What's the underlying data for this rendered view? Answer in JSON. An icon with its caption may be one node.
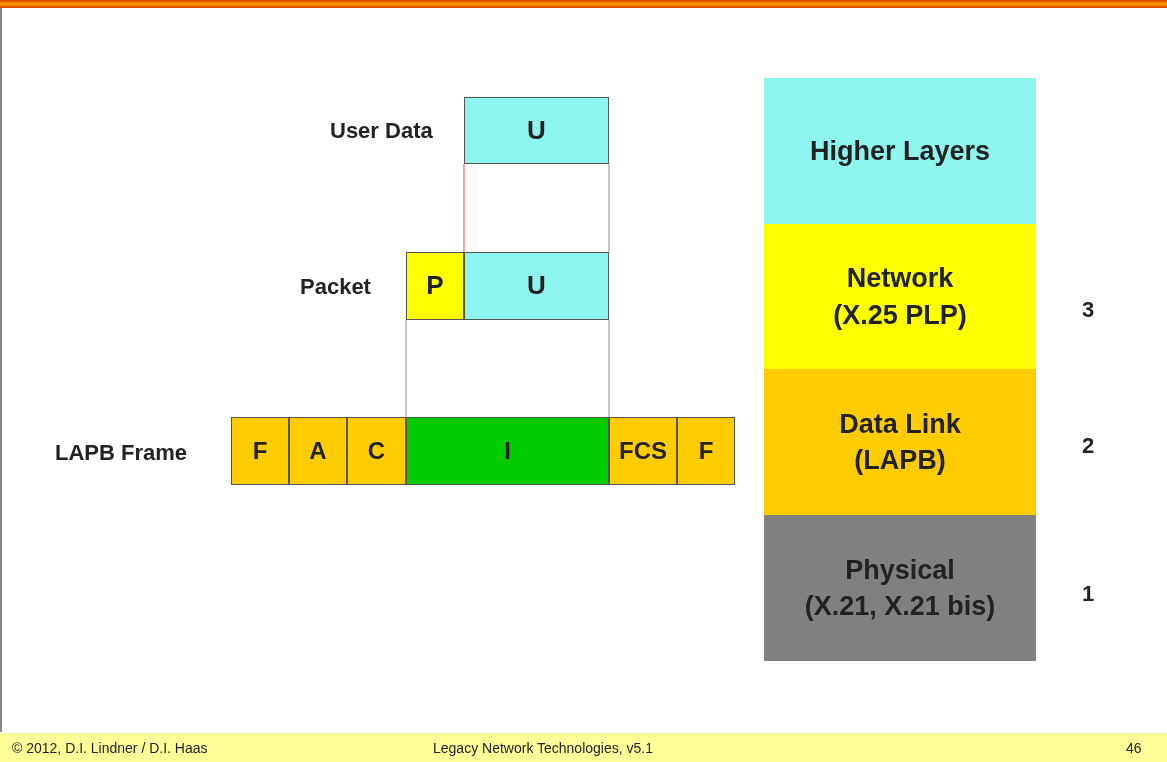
{
  "diagram": {
    "nodes": [
      {
        "text": [
          "U"
        ]
      },
      {
        "text": [
          "P"
        ]
      },
      {
        "text": [
          "U"
        ]
      },
      {
        "text": [
          "F"
        ]
      },
      {
        "text": [
          "A"
        ]
      },
      {
        "text": [
          "C"
        ]
      },
      {
        "text": [
          "I"
        ]
      },
      {
        "text": [
          "FCS"
        ]
      },
      {
        "text": [
          "F"
        ]
      },
      {
        "text": [
          "Higher Layers"
        ]
      },
      {
        "text": [
          "Network (X.25 PLP)"
        ],
        "beside": [
          "3"
        ]
      },
      {
        "text": [
          "Data Link (LAPB)"
        ],
        "beside": [
          "2"
        ]
      },
      {
        "text": [
          "Physical (X.21, X.21 bis)"
        ],
        "beside": [
          "1"
        ]
      }
    ],
    "edges": [
      {
        "from": 0,
        "to": 2,
        "arrow": "none",
        "color": "#e07070"
      },
      {
        "from": 0,
        "to": 2,
        "arrow": "none"
      },
      {
        "from": 1,
        "to": 6,
        "arrow": "none"
      },
      {
        "from": 2,
        "to": 6,
        "arrow": "none"
      }
    ],
    "labels": [
      "User Data",
      "Packet",
      "LAPB Frame",
      "© 2012, D.I. Lindner / D.I. Haas",
      "Legacy Network Technologies, v5.1",
      "46"
    ]
  }
}
